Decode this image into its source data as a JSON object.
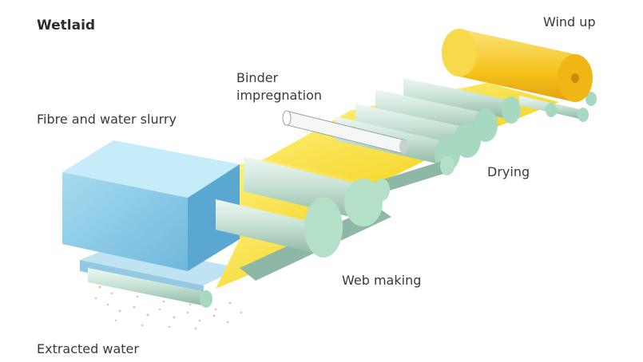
{
  "title": "Wetlaid",
  "labels": {
    "wind_up": "Wind up",
    "binder_line1": "Binder",
    "binder_line2": "impregnation",
    "fibre_slurry": "Fibre and water slurry",
    "drying": "Drying",
    "web_making": "Web making",
    "extracted_water": "Extracted  water"
  },
  "colors": {
    "tank": "#8fd0ea",
    "web": "#f4e03c",
    "roller": "#cfe8dc",
    "roller_end": "#a6d9bf",
    "wind_roll": "#f5c21a",
    "text": "#3a3a3a"
  }
}
